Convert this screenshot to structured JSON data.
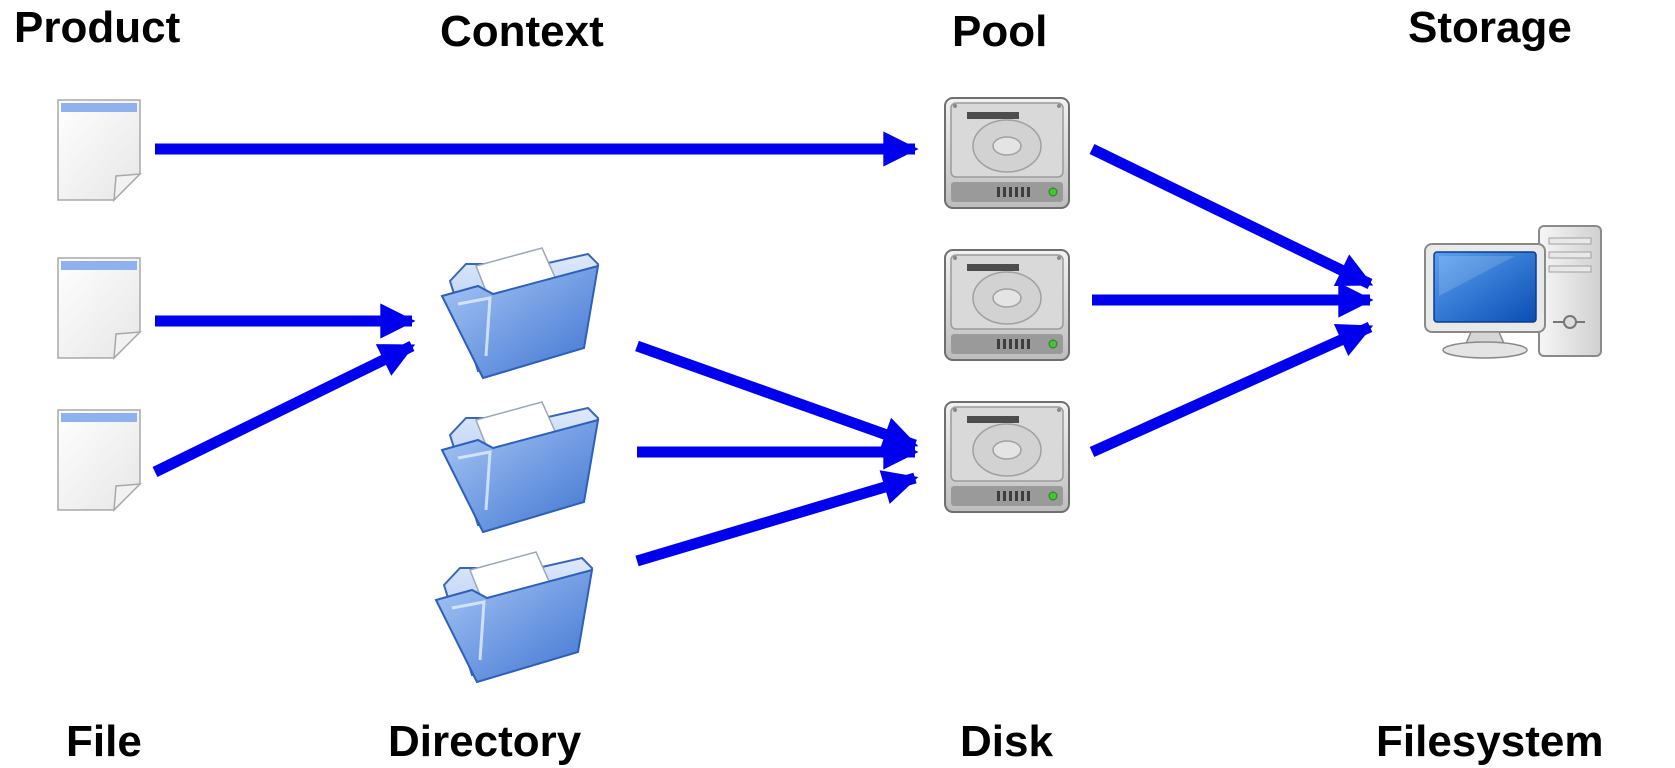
{
  "top_labels": {
    "product": "Product",
    "context": "Context",
    "pool": "Pool",
    "storage": "Storage"
  },
  "bottom_labels": {
    "file": "File",
    "directory": "Directory",
    "disk": "Disk",
    "filesystem": "Filesystem"
  },
  "icons": {
    "files": [
      "document-icon",
      "document-icon",
      "document-icon"
    ],
    "folders": [
      "folder-icon",
      "folder-icon",
      "folder-icon"
    ],
    "disks": [
      "hard-disk-icon",
      "hard-disk-icon",
      "hard-disk-icon"
    ],
    "computer": "computer-icon"
  },
  "colors": {
    "arrow": "#0000ee",
    "folder": "#5b8fe0",
    "disk": "#c8c8c8",
    "screen": "#1f6fd6"
  }
}
